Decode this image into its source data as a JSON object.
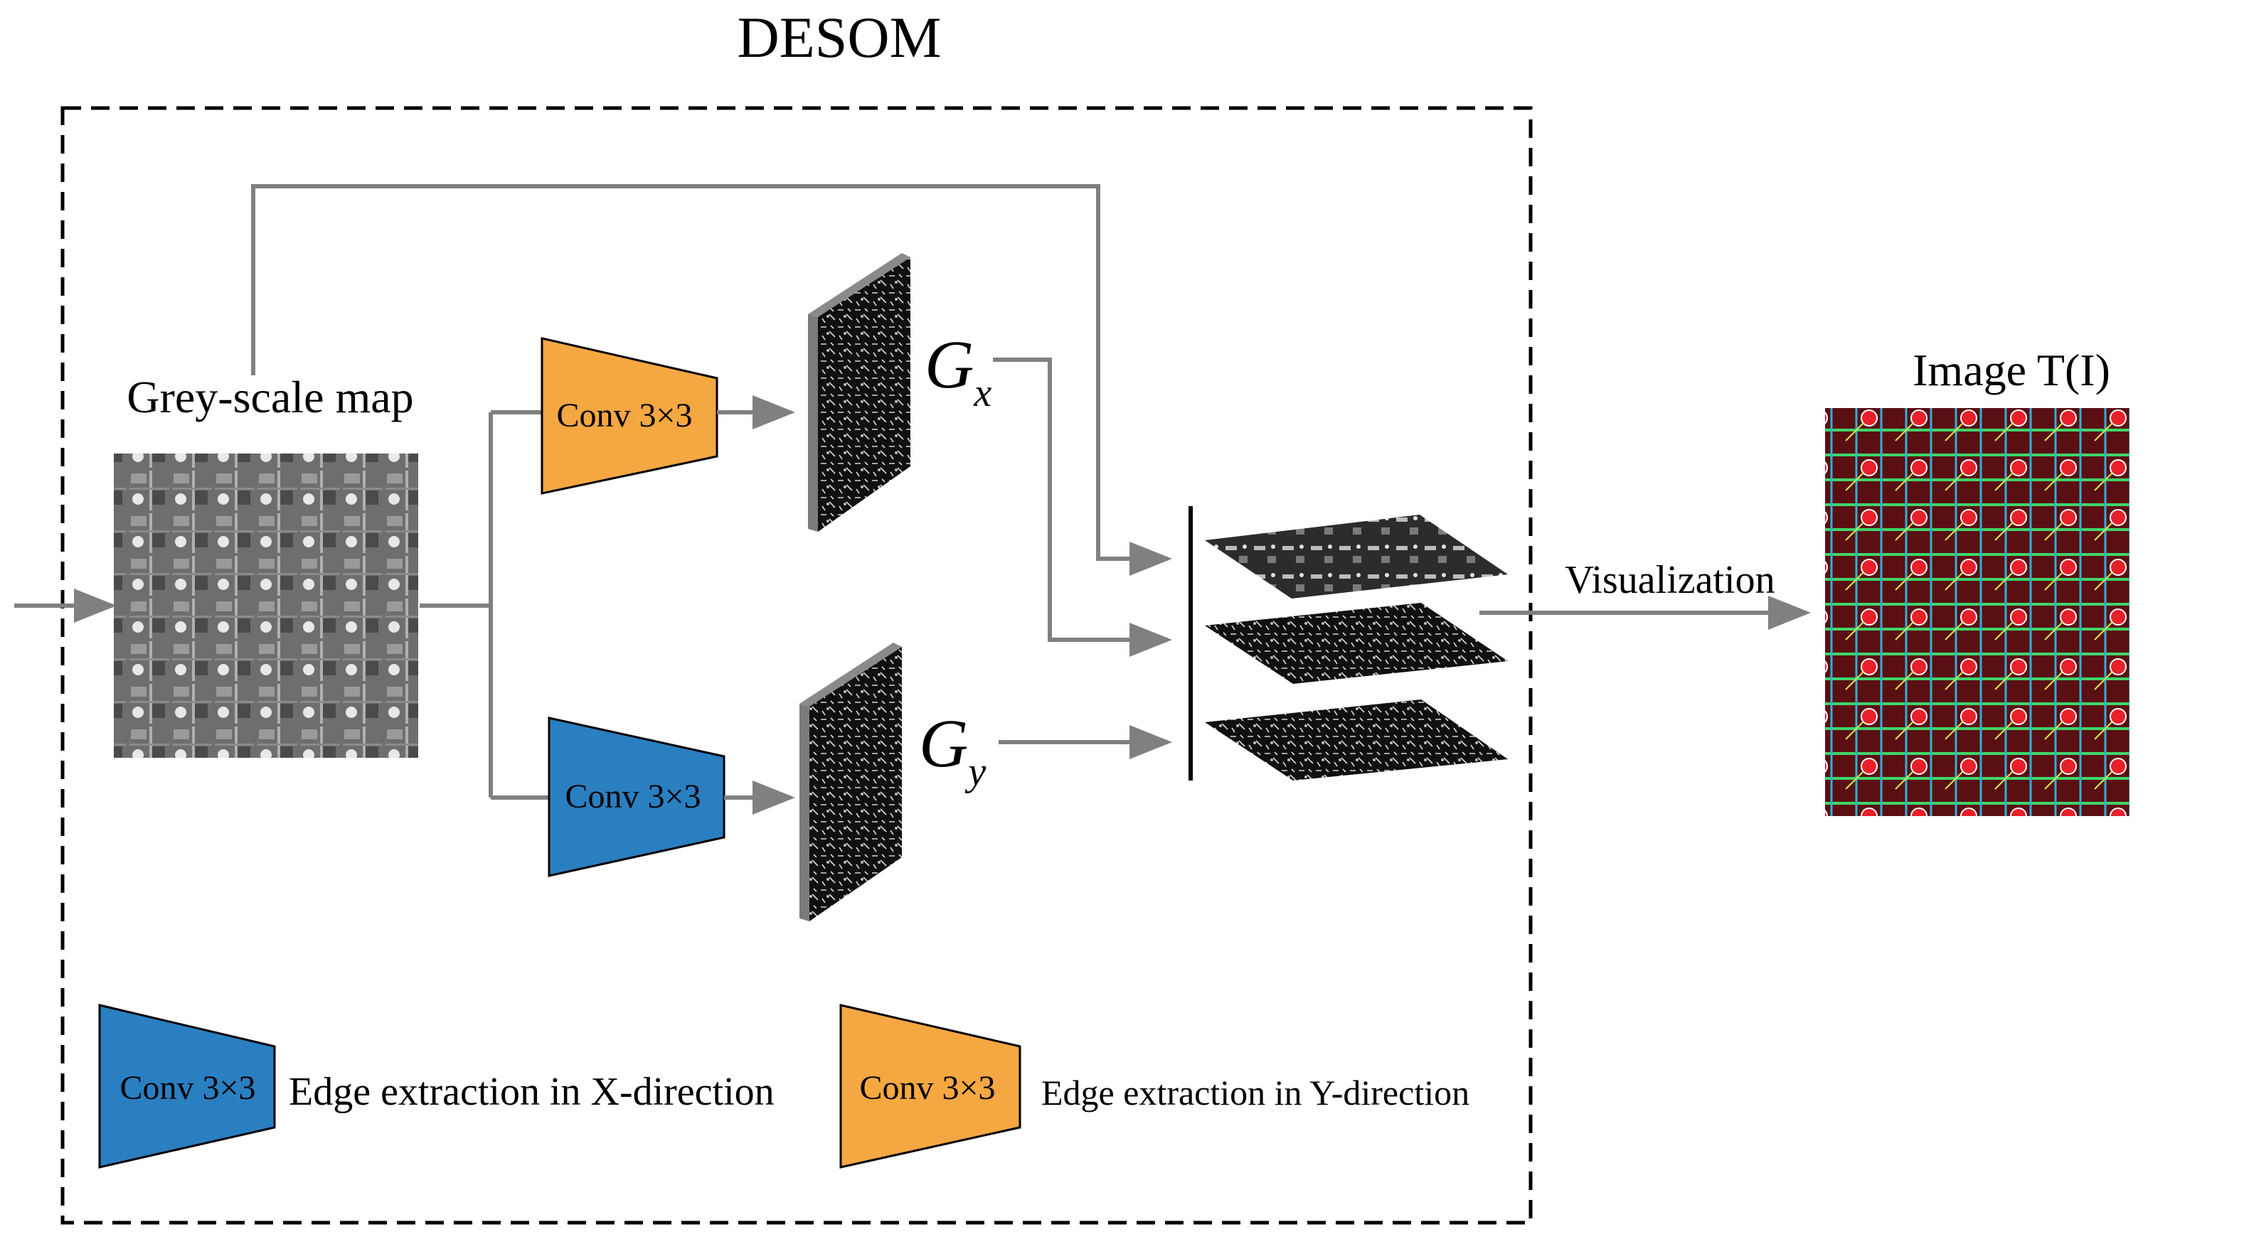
{
  "title": "DESOM",
  "input_label": "Grey-scale map",
  "output_label": "Image T(I)",
  "visualization_label": "Visualization",
  "gx_label": {
    "base": "G",
    "sub": "x"
  },
  "gy_label": {
    "base": "G",
    "sub": "y"
  },
  "conv_top_label": "Conv 3×3",
  "conv_bottom_label": "Conv 3×3",
  "legend": [
    {
      "label": "Conv 3×3",
      "description": "Edge extraction in X-direction",
      "color": "#2a7fc1"
    },
    {
      "label": "Conv 3×3",
      "description": "Edge extraction in Y-direction",
      "color": "#f5a742"
    }
  ],
  "colors": {
    "conv_top": "#f5a742",
    "conv_bottom": "#2a7fc1",
    "arrow": "#808080",
    "frame": "#000000"
  }
}
